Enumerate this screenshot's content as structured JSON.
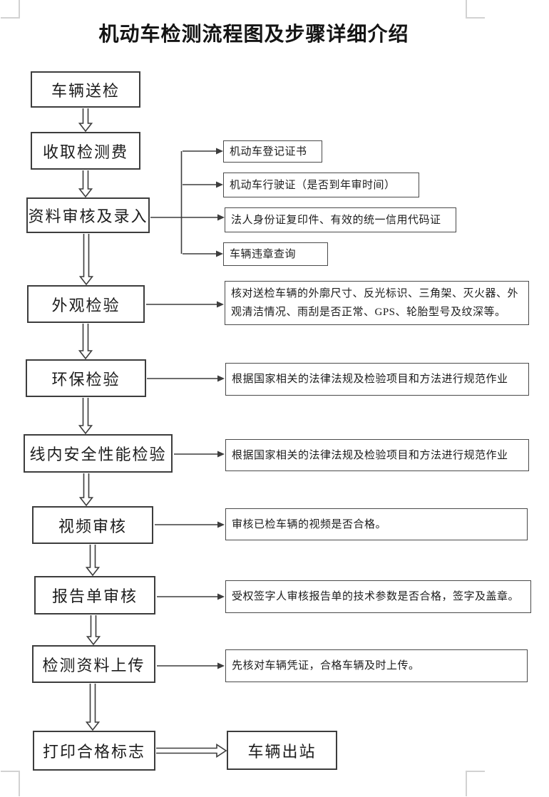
{
  "page": {
    "title": "机动车检测流程图及步骤详细介绍"
  },
  "flow": {
    "steps": [
      {
        "id": "vehicle-submission",
        "label": "车辆送检"
      },
      {
        "id": "collect-fee",
        "label": "收取检测费"
      },
      {
        "id": "data-review-entry",
        "label": "资料审核及录入"
      },
      {
        "id": "appearance-inspection",
        "label": "外观检验"
      },
      {
        "id": "environmental-inspection",
        "label": "环保检验"
      },
      {
        "id": "inline-safety-inspection",
        "label": "线内安全性能检验"
      },
      {
        "id": "video-review",
        "label": "视频审核"
      },
      {
        "id": "report-review",
        "label": "报告单审核"
      },
      {
        "id": "data-upload",
        "label": "检测资料上传"
      },
      {
        "id": "print-pass-mark",
        "label": "打印合格标志"
      },
      {
        "id": "vehicle-exit",
        "label": "车辆出站"
      }
    ],
    "notes": {
      "registration_certificate": "机动车登记证书",
      "driving_license": "机动车行驶证（是否到年审时间）",
      "legal_person_id": "法人身份证复印件、有效的统一信用代码证",
      "violation_query": "车辆违章查询",
      "appearance_detail": "核对送检车辆的外廓尺寸、反光标识、三角架、灭火器、外观清洁情况、雨刮是否正常、GPS、轮胎型号及纹深等。",
      "environmental_detail": "根据国家相关的法律法规及检验项目和方法进行规范作业",
      "inline_safety_detail": "根据国家相关的法律法规及检验项目和方法进行规范作业",
      "video_detail": "审核已检车辆的视频是否合格。",
      "report_detail": "受权签字人审核报告单的技术参数是否合格，签字及盖章。",
      "upload_detail": "先核对车辆凭证，合格车辆及时上传。"
    },
    "colors": {
      "line": "#3d3d3d",
      "corner_mark": "#d2d2d2",
      "text": "#1c1c1c"
    }
  }
}
